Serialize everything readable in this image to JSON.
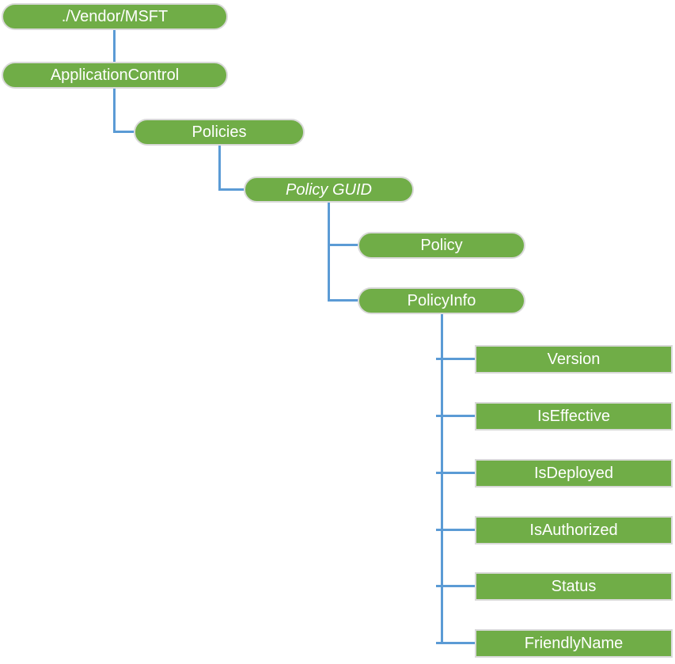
{
  "diagram": {
    "nodes": [
      {
        "id": "vendor-msft",
        "label": "./Vendor/MSFT",
        "shape": "pill",
        "italic": false
      },
      {
        "id": "application-control",
        "label": "ApplicationControl",
        "shape": "pill",
        "italic": false
      },
      {
        "id": "policies",
        "label": "Policies",
        "shape": "pill",
        "italic": false
      },
      {
        "id": "policy-guid",
        "label": "Policy GUID",
        "shape": "pill",
        "italic": true
      },
      {
        "id": "policy",
        "label": "Policy",
        "shape": "pill",
        "italic": false
      },
      {
        "id": "policy-info",
        "label": "PolicyInfo",
        "shape": "pill",
        "italic": false
      },
      {
        "id": "version",
        "label": "Version",
        "shape": "rect",
        "italic": false
      },
      {
        "id": "is-effective",
        "label": "IsEffective",
        "shape": "rect",
        "italic": false
      },
      {
        "id": "is-deployed",
        "label": "IsDeployed",
        "shape": "rect",
        "italic": false
      },
      {
        "id": "is-authorized",
        "label": "IsAuthorized",
        "shape": "rect",
        "italic": false
      },
      {
        "id": "status",
        "label": "Status",
        "shape": "rect",
        "italic": false
      },
      {
        "id": "friendly-name",
        "label": "FriendlyName",
        "shape": "rect",
        "italic": false
      }
    ],
    "edges": [
      {
        "from": "vendor-msft",
        "to": "application-control"
      },
      {
        "from": "application-control",
        "to": "policies"
      },
      {
        "from": "policies",
        "to": "policy-guid"
      },
      {
        "from": "policy-guid",
        "to": "policy"
      },
      {
        "from": "policy-guid",
        "to": "policy-info"
      },
      {
        "from": "policy-info",
        "to": "version"
      },
      {
        "from": "policy-info",
        "to": "is-effective"
      },
      {
        "from": "policy-info",
        "to": "is-deployed"
      },
      {
        "from": "policy-info",
        "to": "is-authorized"
      },
      {
        "from": "policy-info",
        "to": "status"
      },
      {
        "from": "policy-info",
        "to": "friendly-name"
      }
    ],
    "colors": {
      "node_fill": "#70AD47",
      "node_border": "#D9D9D9",
      "connector": "#5B9BD5",
      "node_text": "#FFFFFF",
      "background": "#FFFFFF"
    }
  }
}
